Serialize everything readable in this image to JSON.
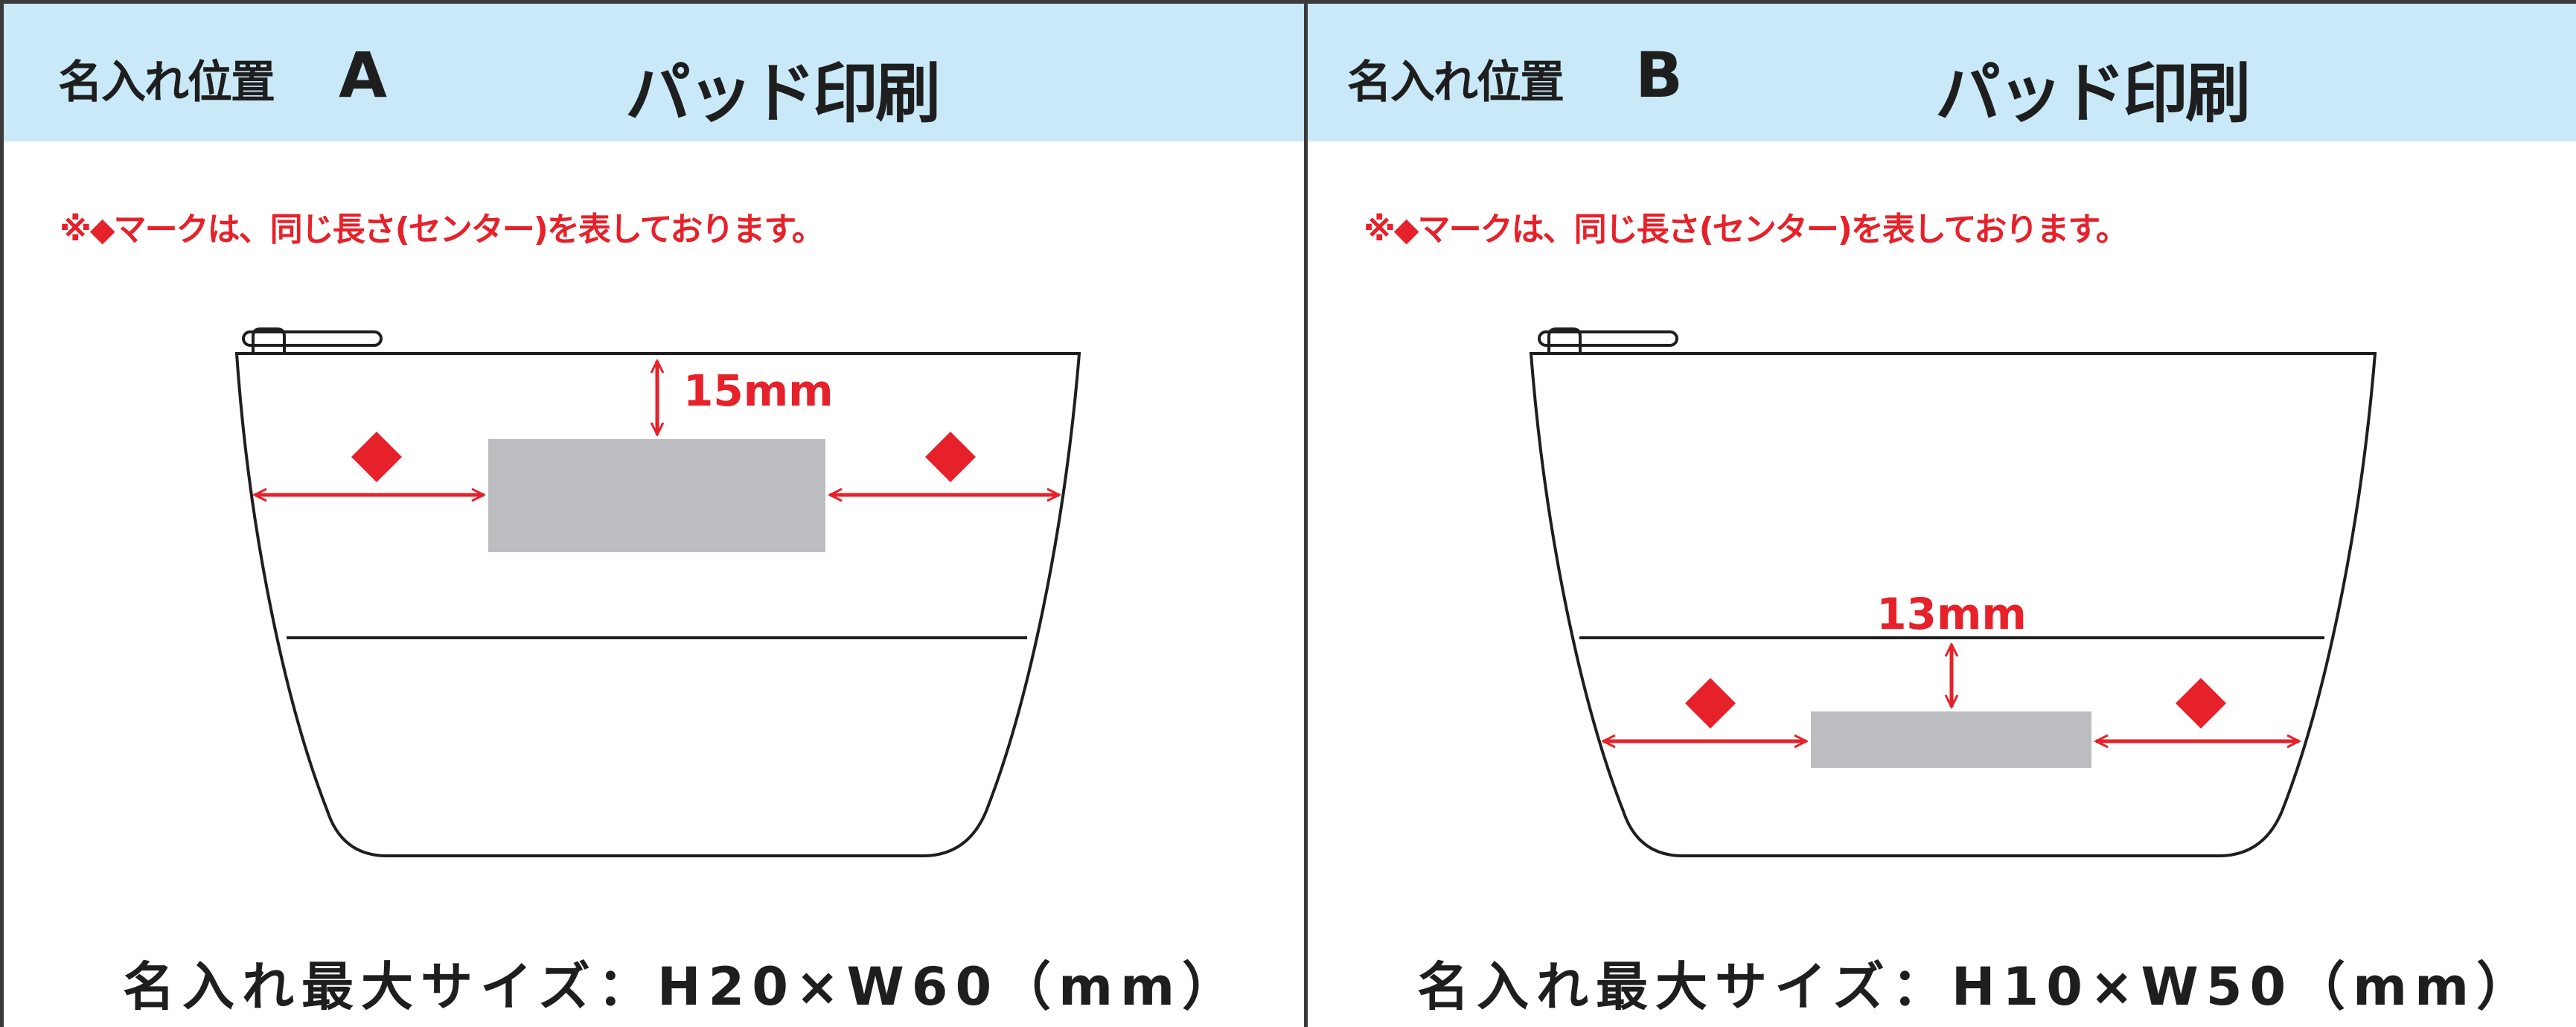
{
  "panels": [
    {
      "position_label": "名入れ位置",
      "position_letter": "A",
      "method": "パッド印刷",
      "note": "※◆マークは、同じ長さ(センター)を表しております。",
      "dimension": "15mm",
      "max_size": "名入れ最大サイズ：H20×W60（mm）"
    },
    {
      "position_label": "名入れ位置",
      "position_letter": "B",
      "method": "パッド印刷",
      "note": "※◆マークは、同じ長さ(センター)を表しております。",
      "dimension": "13mm",
      "max_size": "名入れ最大サイズ：H10×W50（mm）"
    }
  ],
  "colors": {
    "header_bg": "#c9e9f8",
    "accent_red": "#e6212a",
    "print_area": "#bcbdc0",
    "outline": "#1e1e1e"
  }
}
